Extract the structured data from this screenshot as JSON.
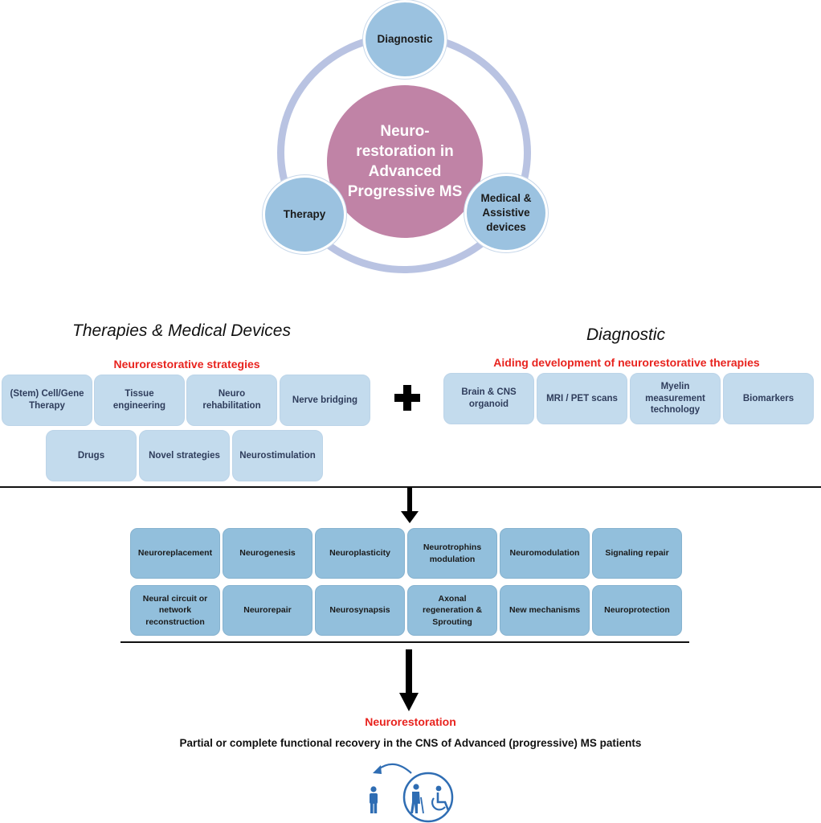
{
  "hub": {
    "center": "Neuro-restoration in Advanced Progressive MS",
    "nodes": {
      "diagnostic": "Diagnostic",
      "therapy": "Therapy",
      "devices": "Medical & Assistive devices"
    }
  },
  "left": {
    "title": "Therapies & Medical Devices",
    "subtitle": "Neurorestorative strategies",
    "row1": [
      "(Stem) Cell/Gene Therapy",
      "Tissue engineering",
      "Neuro rehabilitation",
      "Nerve bridging"
    ],
    "row2": [
      "Drugs",
      "Novel strategies",
      "Neurostimulation"
    ]
  },
  "right": {
    "title": "Diagnostic",
    "subtitle": "Aiding development of neurorestorative therapies",
    "items": [
      "Brain & CNS organoid",
      "MRI / PET scans",
      "Myelin measurement technology",
      "Biomarkers"
    ]
  },
  "mechanisms": {
    "row1": [
      "Neuroreplacement",
      "Neurogenesis",
      "Neuroplasticity",
      "Neurotrophins modulation",
      "Neuromodulation",
      "Signaling repair"
    ],
    "row2": [
      "Neural circuit or network reconstruction",
      "Neurorepair",
      "Neurosynapsis",
      "Axonal regeneration & Sprouting",
      "New mechanisms",
      "Neuroprotection"
    ]
  },
  "outcome": {
    "title": "Neurorestoration",
    "description": "Partial or complete functional recovery in the CNS of Advanced (progressive) MS patients"
  },
  "icons": [
    "standing-person-icon",
    "elderly-person-cane-icon",
    "wheelchair-icon",
    "curved-arrow-icon"
  ],
  "colors": {
    "node": "#9bc2e0",
    "center": "#c083a6",
    "ring": "#b9c3e2",
    "box": "#c3dbed",
    "mechanism_box": "#92bfdc",
    "accent_red": "#e8231e",
    "icon_blue": "#2f6db3"
  }
}
